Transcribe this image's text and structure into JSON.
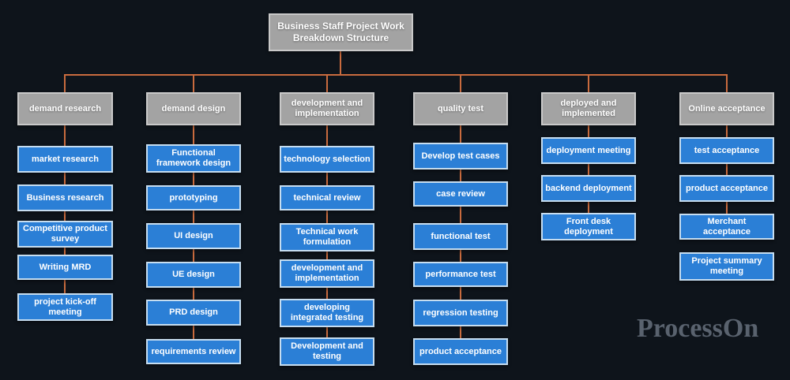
{
  "root": {
    "label": "Business Staff Project Work Breakdown Structure"
  },
  "watermark": "ProcessOn",
  "colors": {
    "background": "#0e141b",
    "branch_fill": "#a3a3a3",
    "branch_border": "#c9c9c9",
    "task_fill": "#2b7fd6",
    "task_border": "#c6ddf0",
    "connector": "#c96b3e",
    "text": "#ffffff",
    "watermark": "#59626e"
  },
  "branches": [
    {
      "label": "demand research",
      "children": [
        "market research",
        "Business research",
        "Competitive product survey",
        "Writing MRD",
        "project kick-off meeting"
      ]
    },
    {
      "label": "demand design",
      "children": [
        "Functional framework design",
        "prototyping",
        "UI design",
        "UE design",
        "PRD design",
        "requirements review"
      ]
    },
    {
      "label": "development and implementation",
      "children": [
        "technology selection",
        "technical review",
        "Technical work formulation",
        "development and implementation",
        "developing integrated testing",
        "Development and testing"
      ]
    },
    {
      "label": "quality test",
      "children": [
        "Develop test cases",
        "case review",
        "functional test",
        "performance test",
        "regression testing",
        "product acceptance"
      ]
    },
    {
      "label": "deployed and implemented",
      "children": [
        "deployment meeting",
        "backend deployment",
        "Front desk deployment"
      ]
    },
    {
      "label": "Online acceptance",
      "children": [
        "test acceptance",
        "product acceptance",
        "Merchant acceptance",
        "Project summary meeting"
      ]
    }
  ]
}
